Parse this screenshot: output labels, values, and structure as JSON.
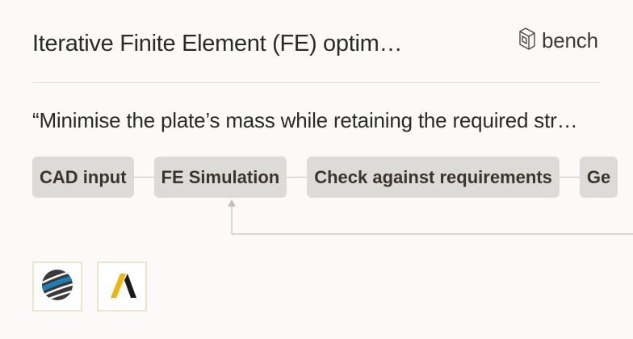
{
  "header": {
    "title": "Iterative Finite Element (FE) optim…",
    "brand": {
      "icon": "cube-outline-icon",
      "label": "bench"
    }
  },
  "prompt": {
    "text": "“Minimise the plate’s mass while retaining the required str…"
  },
  "pipeline": {
    "steps": [
      {
        "label": "CAD input"
      },
      {
        "label": "FE Simulation"
      },
      {
        "label": "Check against requirements"
      },
      {
        "label": "Ge"
      }
    ]
  },
  "tools": [
    {
      "icon": "globe-stripes-logo-icon",
      "color": "#1b7fb8"
    },
    {
      "icon": "ansys-a-logo-icon",
      "color": "#f2b400"
    }
  ]
}
